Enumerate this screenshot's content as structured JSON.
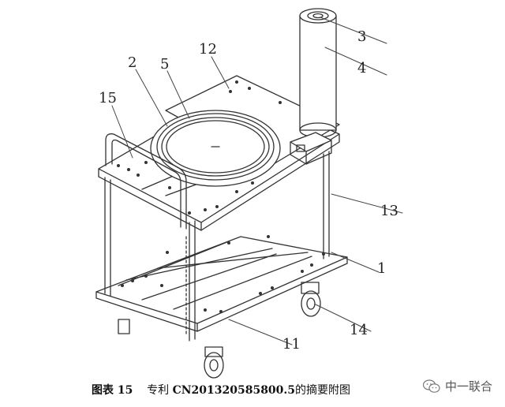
{
  "labels": {
    "l1": "1",
    "l2": "2",
    "l3": "3",
    "l4": "4",
    "l5": "5",
    "l11": "11",
    "l12": "12",
    "l13": "13",
    "l14": "14",
    "l15": "15"
  },
  "caption": {
    "figure": "图表 15",
    "middle": "专利",
    "patent_no": "CN201320585800.5",
    "suffix": "的摘要附图"
  },
  "watermark": {
    "text": "中一联合",
    "icon": "wechat-logo-icon"
  }
}
